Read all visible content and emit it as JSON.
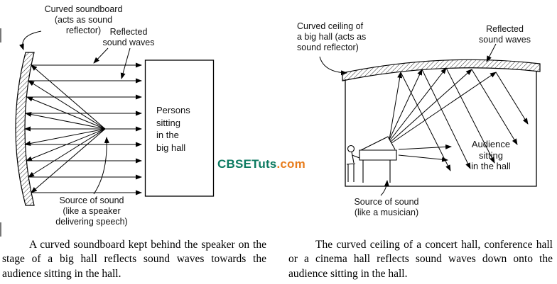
{
  "watermark": {
    "brand": "CBSETuts",
    "suffix": ".com",
    "brand_color": "#0b7a60",
    "suffix_color": "#e87d1e"
  },
  "left_diagram": {
    "soundboard_label": "Curved soundboard\n(acts as sound\nreflector)",
    "reflected_label": "Reflected\nsound waves",
    "persons_label": "Persons\nsitting\nin the\nbig hall",
    "source_label": "Source of sound\n(like a speaker\ndelivering speech)",
    "caption": "A curved soundboard kept behind the speaker on the stage of a big hall reflects sound waves towards the audience sitting in the hall."
  },
  "right_diagram": {
    "ceiling_label": "Curved ceiling of\na big hall (acts as\nsound reflector)",
    "reflected_label": "Reflected\nsound waves",
    "audience_label": "Audience\nsitting\nin the hall",
    "source_label": "Source of sound\n(like a musician)",
    "caption": "The curved ceiling of a concert hall, conference hall or a cinema hall reflects sound waves down onto the audience sitting in the hall."
  }
}
